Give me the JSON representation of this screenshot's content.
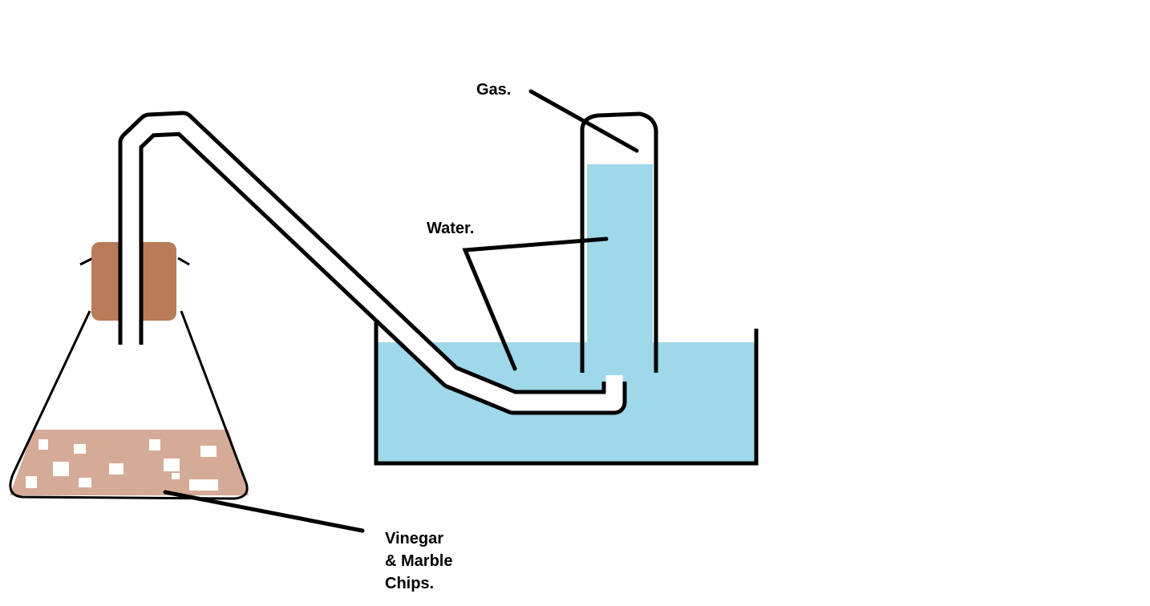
{
  "labels": {
    "gas": "Gas.",
    "water": "Water.",
    "reactants_line1": "Vinegar",
    "reactants_line2": "& Marble",
    "reactants_line3": "Chips."
  },
  "colors": {
    "water": "#9ed8ea",
    "stopper": "#b87c58",
    "mixture": "#d4ab97",
    "chips": "#ffffff",
    "outline": "#000000"
  }
}
